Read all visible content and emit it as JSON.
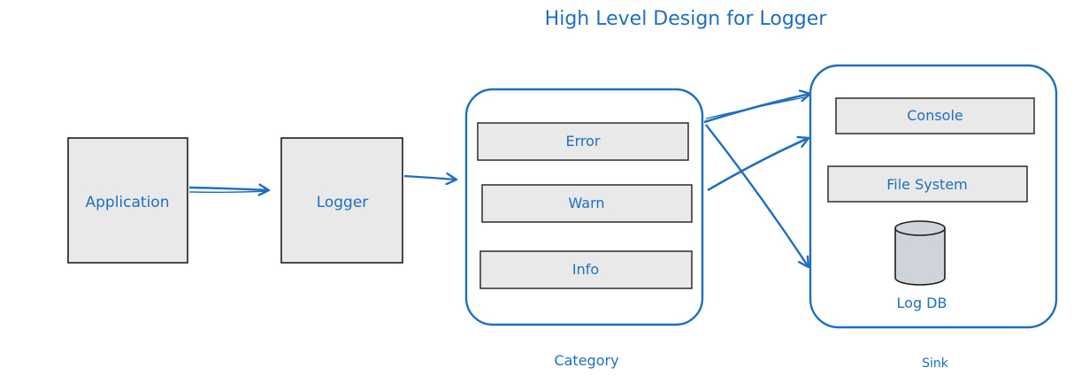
{
  "title": "High Level Design for Logger",
  "nodes": {
    "application": "Application",
    "logger": "Logger"
  },
  "category": {
    "label": "Category",
    "items": [
      "Error",
      "Warn",
      "Info"
    ]
  },
  "sink": {
    "label": "Sink",
    "items": [
      "Console",
      "File System"
    ],
    "database": "Log DB"
  },
  "colors": {
    "stroke": "#1e6fc2",
    "box_fill": "#e9e9e9",
    "box_stroke": "#1e1e1e",
    "db_fill": "#ced4da"
  }
}
